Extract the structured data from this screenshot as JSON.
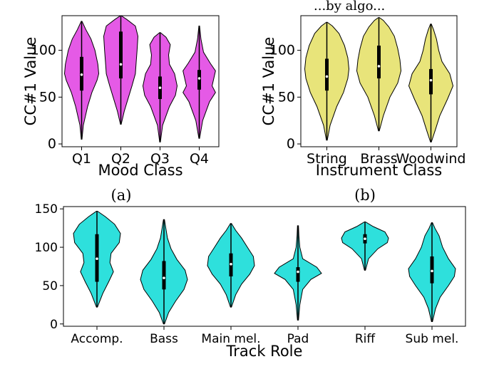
{
  "page": {
    "top_fragment": "...by algo..."
  },
  "chart_data": [
    {
      "id": "a",
      "type": "violin",
      "caption": "(a)",
      "xlabel": "Mood Class",
      "ylabel": "CC#1 Value",
      "ylim": [
        -3,
        137
      ],
      "yticks": [
        0,
        50,
        100
      ],
      "color": "#e55ae6",
      "categories": [
        "Q1",
        "Q2",
        "Q3",
        "Q4"
      ],
      "violins": [
        {
          "min": 5,
          "max": 131,
          "q1": 57,
          "median": 74,
          "q3": 93,
          "profile": [
            [
              5,
              0.02
            ],
            [
              20,
              0.1
            ],
            [
              40,
              0.35
            ],
            [
              55,
              0.6
            ],
            [
              68,
              0.9
            ],
            [
              75,
              1.0
            ],
            [
              85,
              0.95
            ],
            [
              100,
              0.78
            ],
            [
              112,
              0.55
            ],
            [
              122,
              0.25
            ],
            [
              131,
              0.02
            ]
          ]
        },
        {
          "min": 21,
          "max": 137,
          "q1": 70,
          "median": 85,
          "q3": 120,
          "profile": [
            [
              21,
              0.02
            ],
            [
              35,
              0.2
            ],
            [
              50,
              0.45
            ],
            [
              62,
              0.65
            ],
            [
              75,
              0.85
            ],
            [
              88,
              0.9
            ],
            [
              100,
              0.95
            ],
            [
              115,
              1.0
            ],
            [
              126,
              0.85
            ],
            [
              133,
              0.35
            ],
            [
              137,
              0.02
            ]
          ]
        },
        {
          "min": 2,
          "max": 119,
          "q1": 48,
          "median": 60,
          "q3": 72,
          "profile": [
            [
              2,
              0.02
            ],
            [
              20,
              0.15
            ],
            [
              40,
              0.55
            ],
            [
              52,
              0.9
            ],
            [
              62,
              1.0
            ],
            [
              75,
              0.85
            ],
            [
              85,
              0.55
            ],
            [
              95,
              0.5
            ],
            [
              106,
              0.6
            ],
            [
              114,
              0.35
            ],
            [
              119,
              0.02
            ]
          ]
        },
        {
          "min": 6,
          "max": 126,
          "q1": 58,
          "median": 70,
          "q3": 79,
          "profile": [
            [
              6,
              0.02
            ],
            [
              25,
              0.2
            ],
            [
              45,
              0.6
            ],
            [
              55,
              0.95
            ],
            [
              62,
              0.75
            ],
            [
              70,
              0.85
            ],
            [
              78,
              0.95
            ],
            [
              86,
              0.65
            ],
            [
              98,
              0.25
            ],
            [
              112,
              0.1
            ],
            [
              126,
              0.02
            ]
          ]
        }
      ]
    },
    {
      "id": "b",
      "type": "violin",
      "caption": "(b)",
      "xlabel": "Instrument Class",
      "ylabel": "CC#1 Value",
      "ylim": [
        -3,
        137
      ],
      "yticks": [
        0,
        50,
        100
      ],
      "color": "#e8e47a",
      "categories": [
        "String",
        "Brass",
        "Woodwind"
      ],
      "violins": [
        {
          "min": 4,
          "max": 130,
          "q1": 57,
          "median": 72,
          "q3": 91,
          "profile": [
            [
              4,
              0.02
            ],
            [
              20,
              0.15
            ],
            [
              40,
              0.45
            ],
            [
              55,
              0.75
            ],
            [
              70,
              0.95
            ],
            [
              80,
              1.0
            ],
            [
              92,
              0.95
            ],
            [
              105,
              0.8
            ],
            [
              118,
              0.55
            ],
            [
              126,
              0.25
            ],
            [
              130,
              0.02
            ]
          ]
        },
        {
          "min": 14,
          "max": 135,
          "q1": 70,
          "median": 83,
          "q3": 105,
          "profile": [
            [
              14,
              0.02
            ],
            [
              30,
              0.2
            ],
            [
              50,
              0.5
            ],
            [
              65,
              0.85
            ],
            [
              78,
              1.0
            ],
            [
              90,
              0.95
            ],
            [
              102,
              0.85
            ],
            [
              115,
              0.7
            ],
            [
              125,
              0.45
            ],
            [
              132,
              0.2
            ],
            [
              135,
              0.02
            ]
          ]
        },
        {
          "min": 2,
          "max": 128,
          "q1": 53,
          "median": 68,
          "q3": 80,
          "profile": [
            [
              2,
              0.02
            ],
            [
              15,
              0.2
            ],
            [
              30,
              0.4
            ],
            [
              48,
              0.75
            ],
            [
              62,
              1.0
            ],
            [
              75,
              0.85
            ],
            [
              88,
              0.5
            ],
            [
              100,
              0.35
            ],
            [
              112,
              0.25
            ],
            [
              122,
              0.12
            ],
            [
              128,
              0.02
            ]
          ]
        }
      ]
    },
    {
      "id": "c",
      "type": "violin",
      "caption": "",
      "xlabel": "Track Role",
      "ylabel": "",
      "ylim": [
        -3,
        153
      ],
      "yticks": [
        0,
        50,
        100,
        150
      ],
      "color": "#2ee0dc",
      "categories": [
        "Accomp.",
        "Bass",
        "Main mel.",
        "Pad",
        "Riff",
        "Sub mel."
      ],
      "violins": [
        {
          "min": 22,
          "max": 147,
          "q1": 55,
          "median": 85,
          "q3": 117,
          "profile": [
            [
              22,
              0.02
            ],
            [
              40,
              0.25
            ],
            [
              55,
              0.5
            ],
            [
              68,
              0.7
            ],
            [
              80,
              0.55
            ],
            [
              92,
              0.6
            ],
            [
              106,
              0.95
            ],
            [
              118,
              1.0
            ],
            [
              130,
              0.75
            ],
            [
              140,
              0.35
            ],
            [
              147,
              0.02
            ]
          ]
        },
        {
          "min": 0,
          "max": 136,
          "q1": 45,
          "median": 60,
          "q3": 82,
          "profile": [
            [
              0,
              0.02
            ],
            [
              15,
              0.2
            ],
            [
              30,
              0.5
            ],
            [
              45,
              0.85
            ],
            [
              58,
              1.0
            ],
            [
              70,
              0.9
            ],
            [
              84,
              0.55
            ],
            [
              98,
              0.3
            ],
            [
              112,
              0.15
            ],
            [
              125,
              0.08
            ],
            [
              136,
              0.02
            ]
          ]
        },
        {
          "min": 22,
          "max": 131,
          "q1": 62,
          "median": 78,
          "q3": 92,
          "profile": [
            [
              22,
              0.02
            ],
            [
              38,
              0.2
            ],
            [
              52,
              0.45
            ],
            [
              65,
              0.8
            ],
            [
              76,
              1.0
            ],
            [
              88,
              0.95
            ],
            [
              100,
              0.7
            ],
            [
              112,
              0.45
            ],
            [
              122,
              0.2
            ],
            [
              131,
              0.02
            ]
          ]
        },
        {
          "min": 5,
          "max": 128,
          "q1": 55,
          "median": 68,
          "q3": 74,
          "profile": [
            [
              5,
              0.02
            ],
            [
              25,
              0.08
            ],
            [
              45,
              0.2
            ],
            [
              58,
              0.55
            ],
            [
              66,
              1.0
            ],
            [
              74,
              0.8
            ],
            [
              85,
              0.2
            ],
            [
              100,
              0.08
            ],
            [
              115,
              0.04
            ],
            [
              128,
              0.02
            ]
          ]
        },
        {
          "min": 70,
          "max": 133,
          "q1": 105,
          "median": 111,
          "q3": 117,
          "profile": [
            [
              70,
              0.02
            ],
            [
              85,
              0.15
            ],
            [
              98,
              0.55
            ],
            [
              106,
              0.95
            ],
            [
              112,
              1.0
            ],
            [
              120,
              0.85
            ],
            [
              127,
              0.35
            ],
            [
              133,
              0.02
            ]
          ]
        },
        {
          "min": 3,
          "max": 132,
          "q1": 53,
          "median": 69,
          "q3": 88,
          "profile": [
            [
              3,
              0.02
            ],
            [
              20,
              0.15
            ],
            [
              35,
              0.35
            ],
            [
              50,
              0.7
            ],
            [
              62,
              0.95
            ],
            [
              72,
              1.0
            ],
            [
              85,
              0.7
            ],
            [
              100,
              0.45
            ],
            [
              115,
              0.3
            ],
            [
              125,
              0.12
            ],
            [
              132,
              0.02
            ]
          ]
        }
      ]
    }
  ]
}
